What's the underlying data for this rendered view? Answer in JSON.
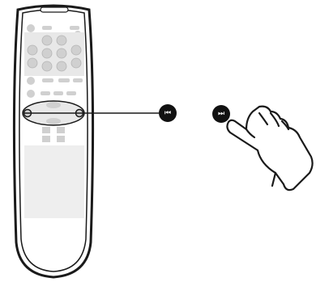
{
  "diagram": {
    "remote": {
      "name": "remote-control",
      "buttons": [
        {
          "name": "prev-button-on-remote",
          "kind": "skip-previous"
        },
        {
          "name": "next-button-on-remote",
          "kind": "skip-next"
        }
      ]
    },
    "callouts": [
      {
        "name": "skip-previous-icon",
        "glyph": "⏮"
      },
      {
        "name": "skip-next-icon",
        "glyph": "⏭"
      }
    ],
    "hand": {
      "name": "pressing-hand",
      "action": "press"
    }
  },
  "colors": {
    "outline": "#1a1a1a",
    "button_fill": "#d0d0d0",
    "panel_fill": "#e8e8e8",
    "icon_fill": "#111111",
    "background": "#ffffff"
  }
}
